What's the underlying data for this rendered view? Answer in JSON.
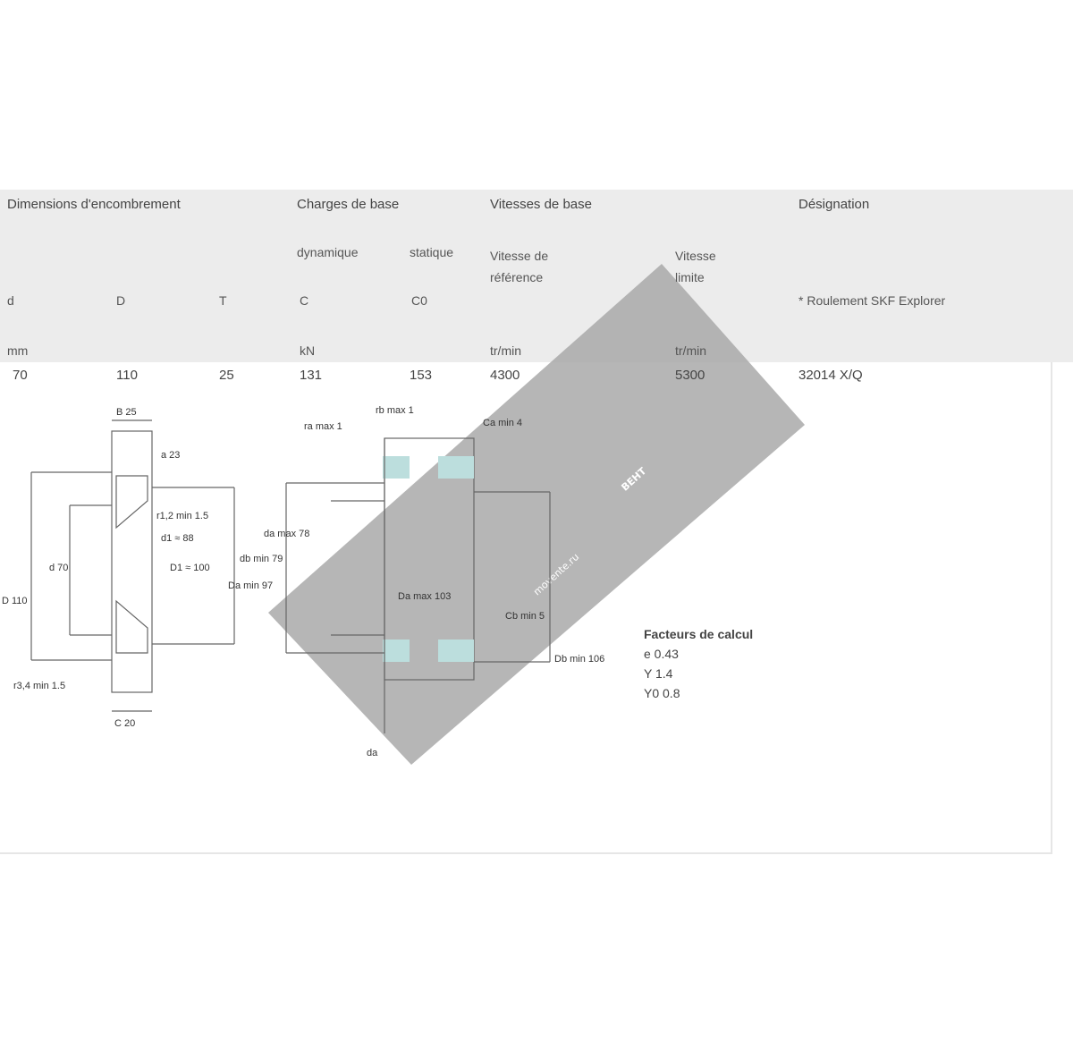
{
  "table": {
    "headers": {
      "dimensions": "Dimensions d'encombrement",
      "load_ratings": "Charges de base",
      "dynamic": "dynamique",
      "static": "statique",
      "speed_ratings": "Vitesses de base",
      "reference_speed": "Vitesse de référence",
      "limiting_speed": "Vitesse limite",
      "designation": "Désignation",
      "explorer_note": "* Roulement SKF Explorer"
    },
    "symbols": {
      "d": "d",
      "D": "D",
      "T": "T",
      "C": "C",
      "C0": "C0"
    },
    "units": {
      "mm": "mm",
      "kN": "kN",
      "speed1": "tr/min",
      "speed2": "tr/min"
    },
    "row": {
      "d": "70",
      "D": "110",
      "T": "25",
      "C": "131",
      "C0": "153",
      "ref_speed": "4300",
      "lim_speed": "5300",
      "designation": "32014 X/Q"
    }
  },
  "drawing": {
    "labels": {
      "B": "B 25",
      "C": "C 20",
      "d": "d 70",
      "D": "D 110",
      "d1": "d1 ≈ 88",
      "D1": "D1 ≈ 100",
      "r12": "r1,2 min 1.5",
      "r34": "r3,4 min 1.5",
      "a": "a 23",
      "ra": "ra max 1",
      "rb": "rb max 1",
      "da_max": "da max 78",
      "db_min": "db min 79",
      "Da_min": "Da min 97",
      "Ca": "Ca min 4",
      "Cb": "Cb min 5",
      "Da_max": "Da max 103",
      "Db": "Db min 106",
      "d_ax": "da"
    }
  },
  "calc": {
    "title": "Facteurs de calcul",
    "items": [
      "e 0.43",
      "Y 1.4",
      "Y0 0.8"
    ]
  },
  "watermark": {
    "brand": "ВЕНТ",
    "site": "movente.ru",
    "color": "#a9a9a9"
  }
}
